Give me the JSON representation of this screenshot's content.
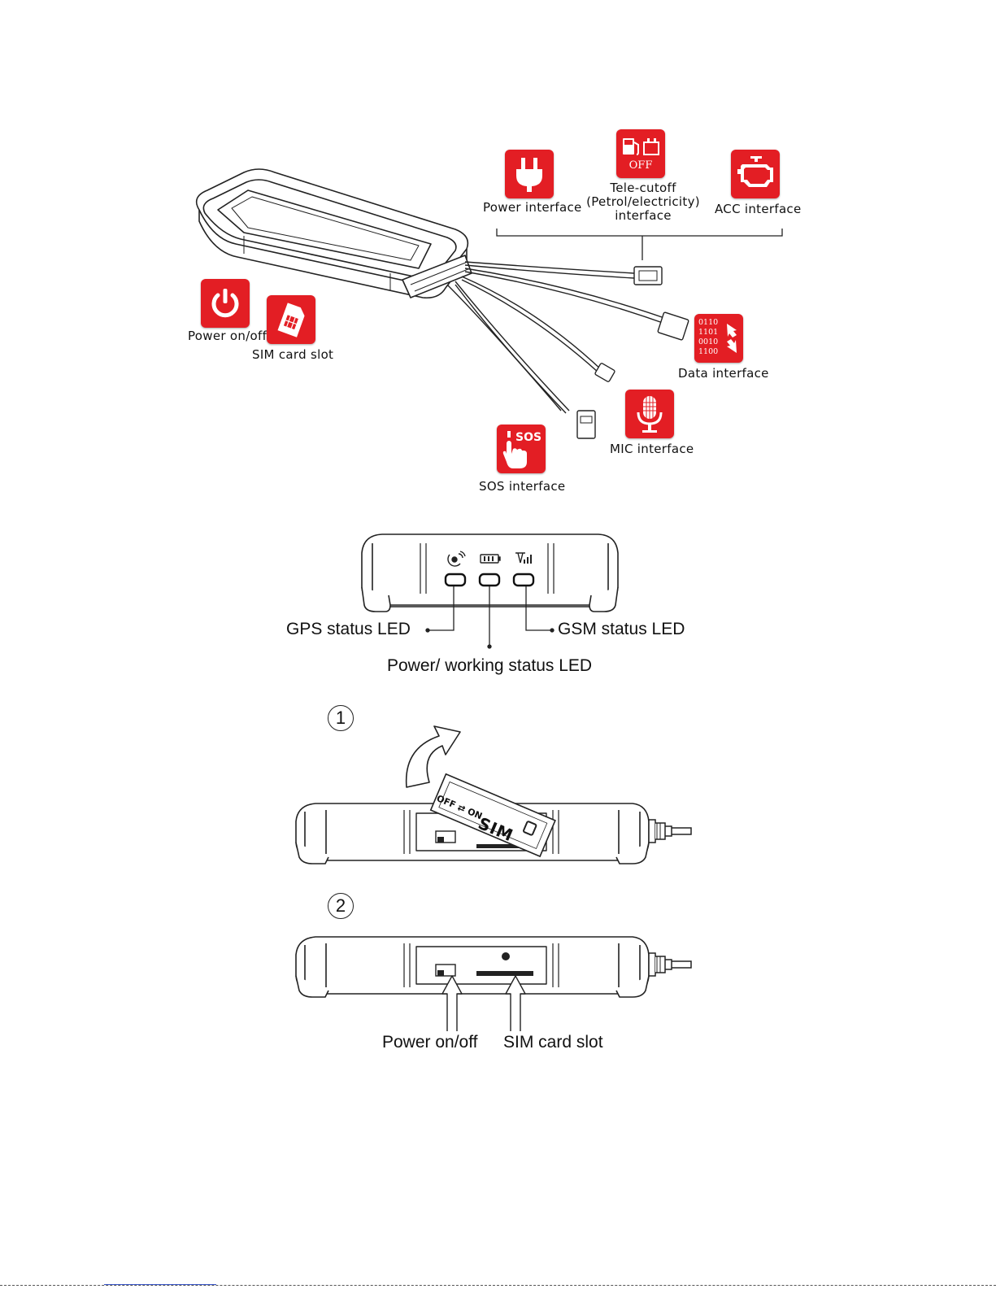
{
  "top_diagram": {
    "power_interface": "Power interface",
    "tele_cutoff_line1": "Tele-cutoff",
    "tele_cutoff_line2": "(Petrol/electricity)",
    "tele_cutoff_line3": "interface",
    "tele_cutoff_off": "OFF",
    "acc_interface": "ACC interface",
    "power_onoff": "Power on/off",
    "sim_card_slot": "SIM card slot",
    "data_interface": "Data interface",
    "data_bits": [
      "0110",
      "1101",
      "0010",
      "1100"
    ],
    "mic_interface": "MIC interface",
    "sos_interface": "SOS interface",
    "sos_badge": "SOS"
  },
  "led_diagram": {
    "gps_led": "GPS status LED",
    "gsm_led": "GSM status LED",
    "power_led": "Power/ working status LED"
  },
  "step1": {
    "number": "1",
    "cover_sim": "SIM",
    "cover_switch": "OFF ⇄ ON"
  },
  "step2": {
    "number": "2",
    "power_onoff": "Power on/off",
    "sim_card_slot": "SIM card slot"
  },
  "colors": {
    "accent_red": "#e31e24",
    "line": "#222222"
  }
}
